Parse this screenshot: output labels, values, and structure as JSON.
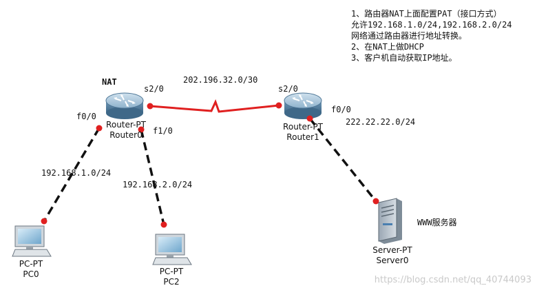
{
  "notes": [
    "1、路由器NAT上面配置PAT（接口方式）",
    "允许192.168.1.0/24,192.168.2.0/24",
    "网络通过路由器进行地址转换。",
    "2、在NAT上做DHCP",
    "3、客户机自动获取IP地址。"
  ],
  "routers": {
    "router0": {
      "tag": "NAT",
      "type": "Router-PT",
      "name": "Router0"
    },
    "router1": {
      "type": "Router-PT",
      "name": "Router1"
    }
  },
  "pcs": {
    "pc0": {
      "type": "PC-PT",
      "name": "PC0"
    },
    "pc2": {
      "type": "PC-PT",
      "name": "PC2"
    }
  },
  "server": {
    "type": "Server-PT",
    "name": "Server0",
    "label": "WWW服务器"
  },
  "interfaces": {
    "r0_s2_0": "s2/0",
    "r0_f0_0": "f0/0",
    "r0_f1_0": "f1/0",
    "r1_s2_0": "s2/0",
    "r1_f0_0": "f0/0"
  },
  "networks": {
    "wan": "202.196.32.0/30",
    "lan1": "192.168.1.0/24",
    "lan2": "192.168.2.0/24",
    "server_net": "222.22.22.0/24"
  },
  "colors": {
    "serial_link": "#e02020",
    "ethernet_link": "#111111",
    "port_dot": "#e02020",
    "router_body": "#5b87a8"
  },
  "watermark": "https://blog.csdn.net/qq_40744093"
}
